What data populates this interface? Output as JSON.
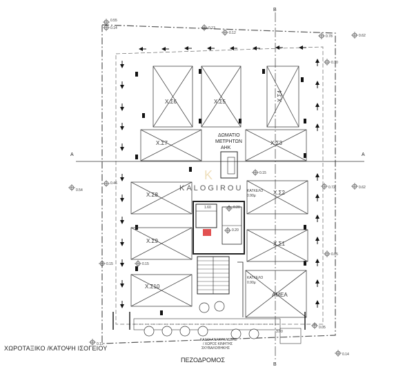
{
  "drawing": {
    "title": "ΧΩΡΟΤΑΞΙΚΟ /ΚΑΤΟΨΗ ΙΣΟΓΕΙΟΥ",
    "street": "ΠΕΖΟΔΡΟΜΟΣ",
    "watermark": "KALOGIROU",
    "section_a": "A",
    "section_b": "B"
  },
  "parking_spaces": [
    {
      "id": "Χ.Σ6"
    },
    {
      "id": "Χ.Σ5"
    },
    {
      "id": "Χ.Σ4"
    },
    {
      "id": "Χ.Σ7"
    },
    {
      "id": "Χ.Σ3"
    },
    {
      "id": "Χ.Σ8"
    },
    {
      "id": "Χ.Σ2"
    },
    {
      "id": "Χ.Σ9"
    },
    {
      "id": "Χ.Σ1"
    },
    {
      "id": "Χ.Σ10"
    },
    {
      "id": "ΑΜΕΑ"
    }
  ],
  "rooms": {
    "meter_room_1": "ΔΩΜΑΤΙΟ",
    "meter_room_2": "ΜΕΤΡΗΤΩΝ",
    "meter_room_3": "ΑΗΚ",
    "gate_1": "ΚΑΓΚΕΛΟ",
    "gate_1_width": "0.90μ",
    "gate_2": "ΚΑΓΚΕΛΟ",
    "gate_2_width": "0.90μ",
    "lift_size": "1.60",
    "bin_note_1": "ΚΑΔΟΙ ΑΝΑΚΥΚΛΩΣΗΣ",
    "bin_note_2": "/ ΧΩΡΟΣ ΚΙΝΗΤΗΣ",
    "bin_note_3": "ΣΚΥΒΑΛΟΘΗΚΗΣ",
    "dim_300": "3.00"
  },
  "levels": [
    "0.55",
    "0.14",
    "0.13",
    "0.12",
    "0.78",
    "0.62",
    "0.10",
    "0.15",
    "0.54",
    "0.46",
    "0.72",
    "0.62",
    "0.20",
    "0.20",
    "0.05",
    "0.15",
    "0.15",
    "0.05",
    "0.11",
    "0.14"
  ]
}
